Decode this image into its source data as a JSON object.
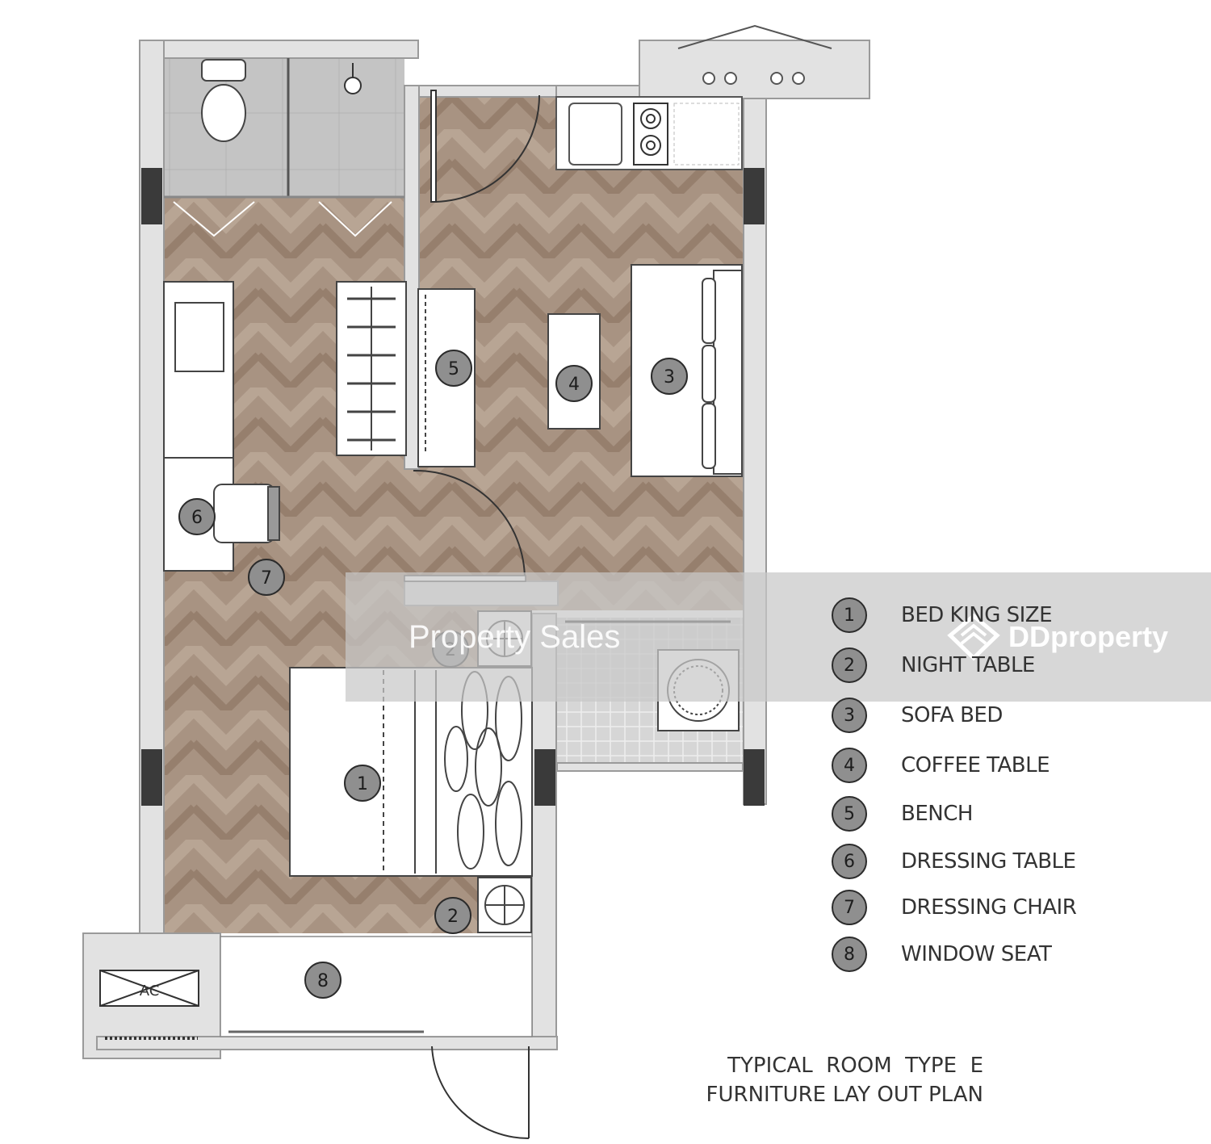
{
  "furniture": [
    {
      "number": "1",
      "label": "BED KING SIZE"
    },
    {
      "number": "2",
      "label": "NIGHT TABLE"
    },
    {
      "number": "3",
      "label": "SOFA BED"
    },
    {
      "number": "4",
      "label": "COFFEE TABLE"
    },
    {
      "number": "5",
      "label": "BENCH"
    },
    {
      "number": "6",
      "label": "DRESSING TABLE"
    },
    {
      "number": "7",
      "label": "DRESSING CHAIR"
    },
    {
      "number": "8",
      "label": "WINDOW SEAT"
    }
  ],
  "plan_markers": {
    "bed": "1",
    "night_table_top": "2",
    "night_table_bottom": "2",
    "sofa_bed": "3",
    "coffee_table": "4",
    "bench": "5",
    "dressing_table": "6",
    "dressing_chair": "7",
    "window_seat": "8"
  },
  "ac_label": "AC",
  "caption": {
    "line1": "TYPICAL  ROOM  TYPE  E",
    "line2": "FURNITURE LAY OUT PLAN"
  },
  "watermark": {
    "left_text": "Property Sales",
    "brand_text": "DDproperty"
  },
  "colors": {
    "floor_wood": "#a89382",
    "floor_tile": "#c9c9c9",
    "wall": "#d8d8d8",
    "badge_fill": "#8f8f8f",
    "badge_stroke": "#2b2b2b"
  },
  "icons": [
    "toilet-icon",
    "sink-icon",
    "stove-icon",
    "washing-machine-icon",
    "ddproperty-logo-icon"
  ]
}
